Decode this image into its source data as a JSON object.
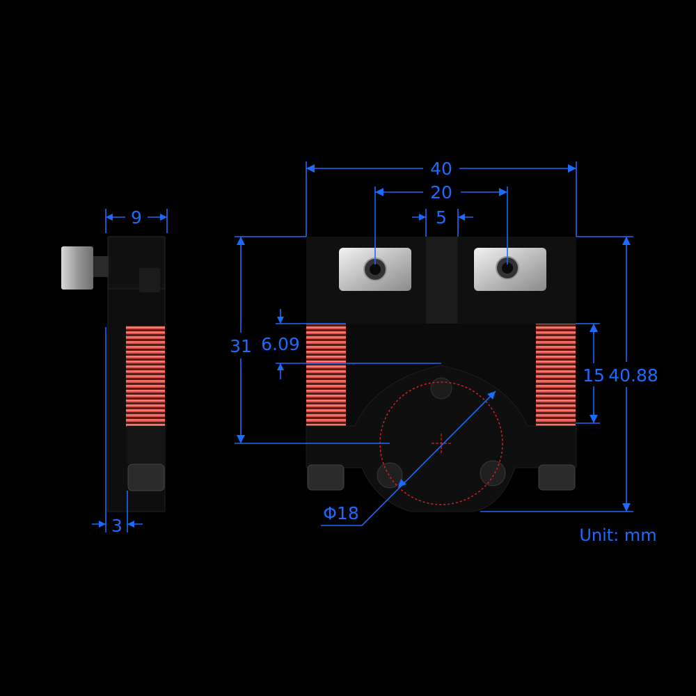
{
  "drawing": {
    "unit_label": "Unit: mm",
    "dimensions": {
      "side_width": "9",
      "side_offset": "3",
      "front_width": "40",
      "hole_spacing": "20",
      "slot_width": "5",
      "height_top_to_base": "31",
      "spring_offset": "6.09",
      "spring_length": "15",
      "total_height": "40.88",
      "bore_diameter": "Φ18"
    }
  },
  "colors": {
    "background": "#000000",
    "dimension": "#1a6cff",
    "body": "#0e0e0e",
    "spring": "#e0524a",
    "bore_circle": "#e02020"
  }
}
